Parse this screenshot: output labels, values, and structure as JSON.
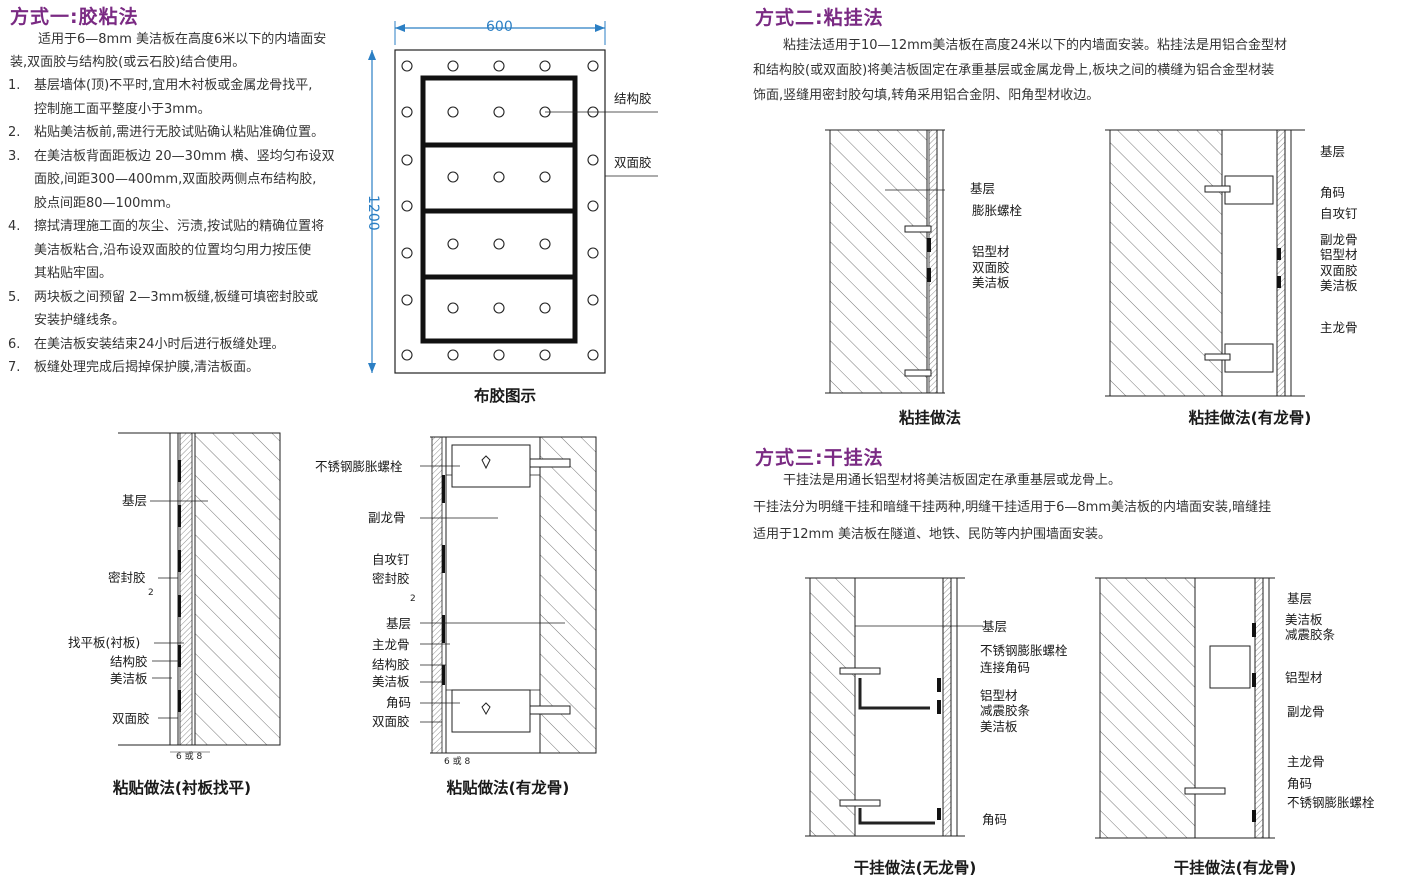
{
  "method1": {
    "title": "方式一:胶粘法",
    "intro_line1": "适用于6—8mm 美洁板在高度6米以下的内墙面安",
    "intro_line2": "装,双面胶与结构胶(或云石胶)结合使用。",
    "steps": [
      {
        "num": "1.",
        "lines": [
          "基层墙体(顶)不平时,宜用木衬板或金属龙骨找平,",
          "控制施工面平整度小于3mm。"
        ]
      },
      {
        "num": "2.",
        "lines": [
          "粘贴美洁板前,需进行无胶试贴确认粘贴准确位置。"
        ]
      },
      {
        "num": "3.",
        "lines": [
          "在美洁板背面距板边 20—30mm 横、竖均匀布设双",
          "面胶,间距300—400mm,双面胶两侧点布结构胶,",
          "胶点间距80—100mm。"
        ]
      },
      {
        "num": "4.",
        "lines": [
          "擦拭清理施工面的灰尘、污渍,按试贴的精确位置将",
          "美洁板粘合,沿布设双面胶的位置均匀用力按压使",
          "其粘贴牢固。"
        ]
      },
      {
        "num": "5.",
        "lines": [
          "两块板之间预留 2—3mm板缝,板缝可填密封胶或",
          "安装护缝线条。"
        ]
      },
      {
        "num": "6.",
        "lines": [
          "在美洁板安装结束24小时后进行板缝处理。"
        ]
      },
      {
        "num": "7.",
        "lines": [
          "板缝处理完成后揭掉保护膜,清洁板面。"
        ]
      }
    ]
  },
  "glue_diagram": {
    "dim_width": "600",
    "dim_height": "1200",
    "label_structural": "结构胶",
    "label_double": "双面胶",
    "caption": "布胶图示"
  },
  "method2": {
    "title": "方式二:粘挂法",
    "intro_lines": [
      "粘挂法适用于10—12mm美洁板在高度24米以下的内墙面安装。粘挂法是用铝合金型材",
      "和结构胶(或双面胶)将美洁板固定在承重基层或金属龙骨上,板块之间的横缝为铝合金型材装",
      "饰面,竖缝用密封胶勾填,转角采用铝合金阴、阳角型材收边。"
    ]
  },
  "method3": {
    "title": "方式三:干挂法",
    "intro_lines": [
      "干挂法是用通长铝型材将美洁板固定在承重基层或龙骨上。",
      "干挂法分为明缝干挂和暗缝干挂两种,明缝干挂适用于6—8mm美洁板的内墙面安装,暗缝挂",
      "适用于12mm 美洁板在隧道、地铁、民防等内护围墙面安装。"
    ]
  },
  "d_paste_liner": {
    "caption": "粘贴做法(衬板找平)",
    "labels": [
      "基层",
      "密封胶",
      "找平板(衬板)",
      "结构胶",
      "美洁板",
      "双面胶"
    ],
    "small": [
      "2",
      "6 或 8"
    ]
  },
  "d_paste_keel": {
    "caption": "粘贴做法(有龙骨)",
    "labels": [
      "不锈钢膨胀螺栓",
      "副龙骨",
      "自攻钉",
      "密封胶",
      "基层",
      "主龙骨",
      "结构胶",
      "美洁板",
      "角码",
      "双面胶"
    ],
    "small": [
      "2",
      "6 或 8"
    ]
  },
  "d_hang": {
    "caption": "粘挂做法",
    "labels": [
      "基层",
      "膨胀螺栓",
      "铝型材",
      "双面胶",
      "美洁板"
    ]
  },
  "d_hang_keel": {
    "caption": "粘挂做法(有龙骨)",
    "labels": [
      "基层",
      "角码",
      "自攻钉",
      "副龙骨",
      "铝型材",
      "双面胶",
      "美洁板",
      "主龙骨"
    ]
  },
  "d_dry": {
    "caption": "干挂做法(无龙骨)",
    "labels": [
      "基层",
      "不锈钢膨胀螺栓",
      "连接角码",
      "铝型材",
      "减震胶条",
      "美洁板",
      "角码"
    ]
  },
  "d_dry_keel": {
    "caption": "干挂做法(有龙骨)",
    "labels": [
      "基层",
      "美洁板",
      "减震胶条",
      "铝型材",
      "副龙骨",
      "主龙骨",
      "角码",
      "不锈钢膨胀螺栓"
    ]
  },
  "colors": {
    "title": "#7a2a83",
    "dimension": "#2b7fc4",
    "line": "#222222"
  }
}
